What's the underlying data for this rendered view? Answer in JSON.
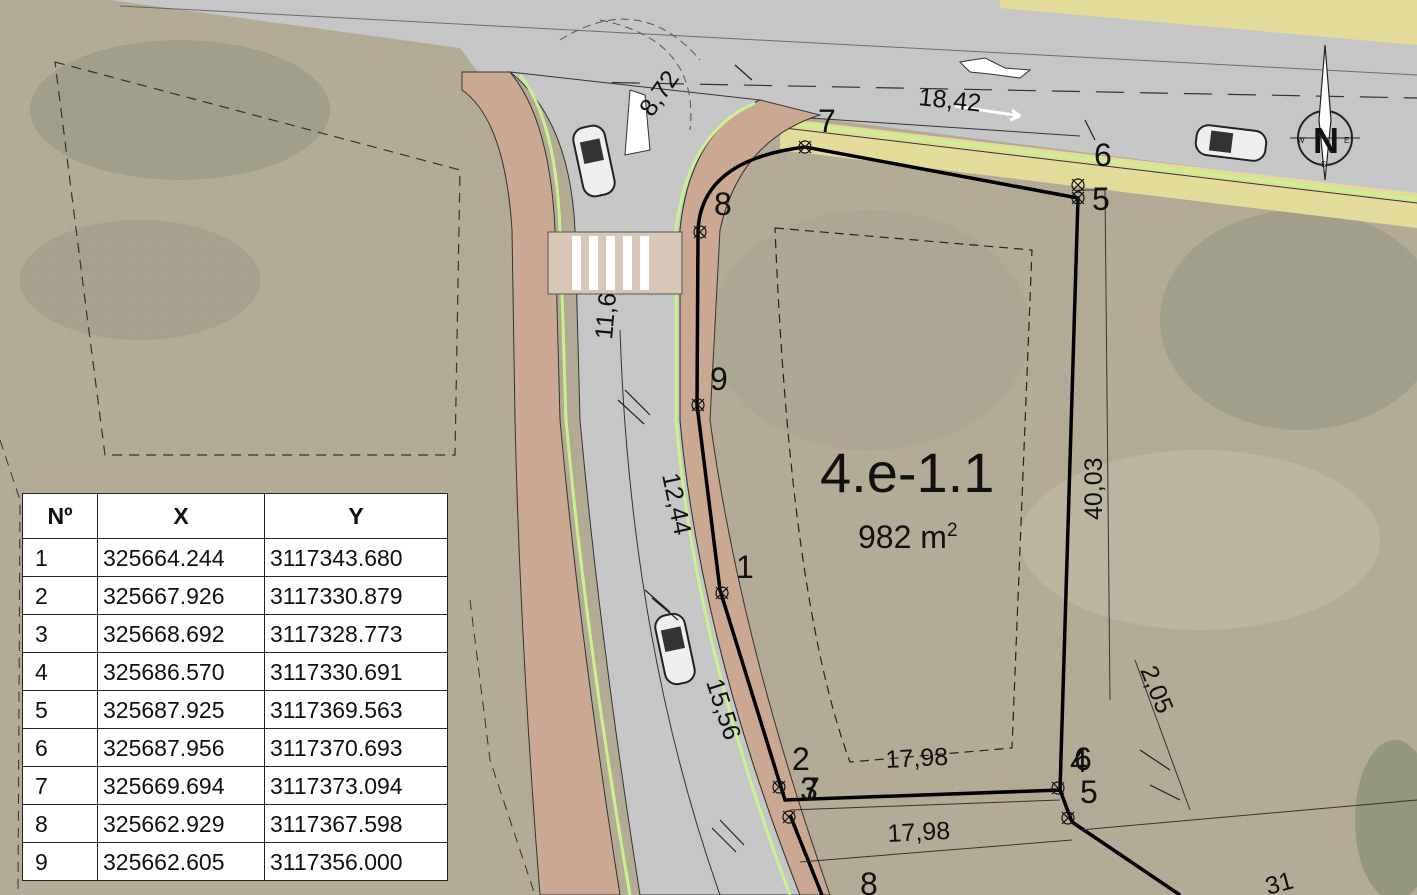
{
  "parcel": {
    "id": "4.e-1.1",
    "area_value": "982 m",
    "area_unit_sup": "2"
  },
  "dimensions": {
    "road_width_top": "18,42",
    "crossing_left": "11,6",
    "curb_left_1": "12,44",
    "curb_left_2": "15,56",
    "east_side": "40,03",
    "south_top": "17,98",
    "south_bottom": "17,98",
    "setback_right": "2,05",
    "corner_small": "8,72",
    "bottom_right_partial": "31"
  },
  "vertex_labels": {
    "v1": "1",
    "v2": "2",
    "v3": "3",
    "v4": "4",
    "v5": "5",
    "v6": "6",
    "v7": "7",
    "v8": "8",
    "v9": "9",
    "v5b": "5",
    "v6b": "6",
    "v7b": "7",
    "v8b": "8"
  },
  "compass": {
    "letter": "N",
    "east": "E",
    "west": "W",
    "south": "S"
  },
  "coordinate_table": {
    "headers": [
      "Nº",
      "X",
      "Y"
    ],
    "rows": [
      [
        "1",
        "325664.244",
        "3117343.680"
      ],
      [
        "2",
        "325667.926",
        "3117330.879"
      ],
      [
        "3",
        "325668.692",
        "3117328.773"
      ],
      [
        "4",
        "325686.570",
        "3117330.691"
      ],
      [
        "5",
        "325687.925",
        "3117369.563"
      ],
      [
        "6",
        "325687.956",
        "3117370.693"
      ],
      [
        "7",
        "325669.694",
        "3117373.094"
      ],
      [
        "8",
        "325662.929",
        "3117367.598"
      ],
      [
        "9",
        "325662.605",
        "3117356.000"
      ]
    ]
  },
  "colors": {
    "terrain": "#b3ab95",
    "road": "#c6c6c6",
    "sidewalk": "#cba892",
    "bike_lane": "#c9f28e",
    "median_yellow": "#e3db9a",
    "parcel_line": "#000000"
  }
}
